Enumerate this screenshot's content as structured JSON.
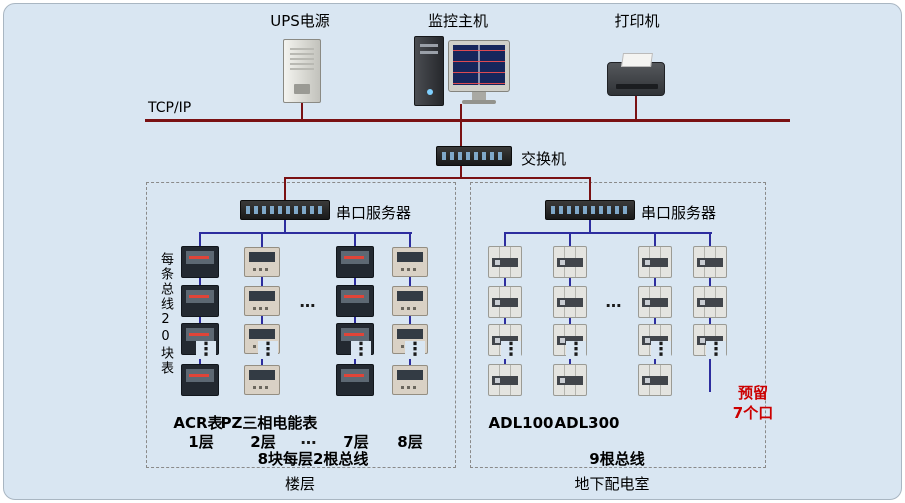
{
  "top_devices": {
    "ups_label": "UPS电源",
    "host_label": "监控主机",
    "printer_label": "打印机"
  },
  "network": {
    "tcpip_label": "TCP/IP",
    "switch_label": "交换机"
  },
  "left_panel": {
    "serial_server_label": "串口服务器",
    "vertical_note": "每条总线20块表",
    "meter_label_acr": "ACR表",
    "meter_label_pz": "PZ三相电能表",
    "floors": [
      "1层",
      "2层",
      "7层",
      "8层"
    ],
    "bus_note": "8块每层2根总线",
    "location_label": "楼层"
  },
  "right_panel": {
    "serial_server_label": "串口服务器",
    "device_label_1": "ADL100",
    "device_label_2": "ADL300",
    "reserved_line1": "预留",
    "reserved_line2": "7个口",
    "bus_note": "9根总线",
    "location_label": "地下配电室"
  },
  "misc": {
    "ellipsis_h": "…",
    "ellipsis_v": "⋮"
  },
  "colors": {
    "background": "#d9e6f2",
    "tcpip_bus_line": "#7a1113",
    "branch_line": "#2d2d9f",
    "reserved_text": "#cc0000"
  }
}
